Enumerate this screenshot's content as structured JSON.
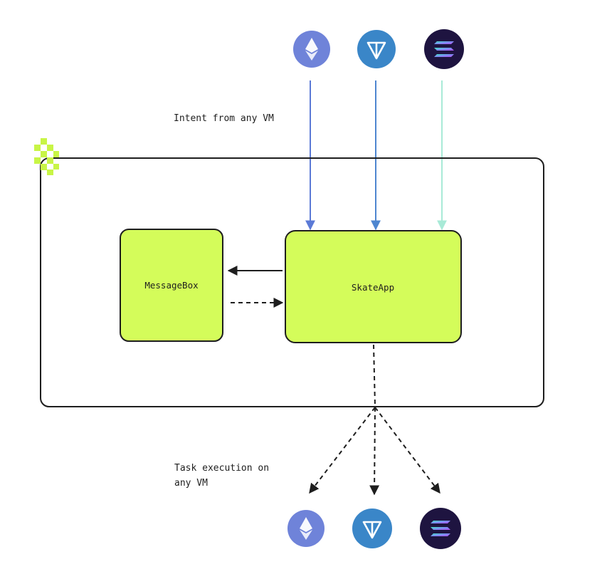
{
  "annotations": {
    "intent": "Intent from any VM",
    "task_line1": "Task execution on",
    "task_line2": "any VM"
  },
  "nodes": {
    "messagebox": "MessageBox",
    "skateapp": "SkateApp"
  },
  "chains_top": [
    {
      "icon": "ethereum-icon",
      "bg": "#6f83d9"
    },
    {
      "icon": "ton-icon",
      "bg": "#3a86c8"
    },
    {
      "icon": "solana-icon",
      "bg": "#1e1440"
    }
  ],
  "chains_bottom": [
    {
      "icon": "ethereum-icon",
      "bg": "#6f83d9"
    },
    {
      "icon": "ton-icon",
      "bg": "#3a86c8"
    },
    {
      "icon": "solana-icon",
      "bg": "#1e1440"
    }
  ],
  "colors": {
    "node_fill": "#d4fc5a",
    "brand_logo": "#c8f546",
    "arrow_eth": "#5b7ad6",
    "arrow_ton": "#4e86d0",
    "arrow_sol": "#a8ead7",
    "stroke": "#1e1e1e"
  }
}
